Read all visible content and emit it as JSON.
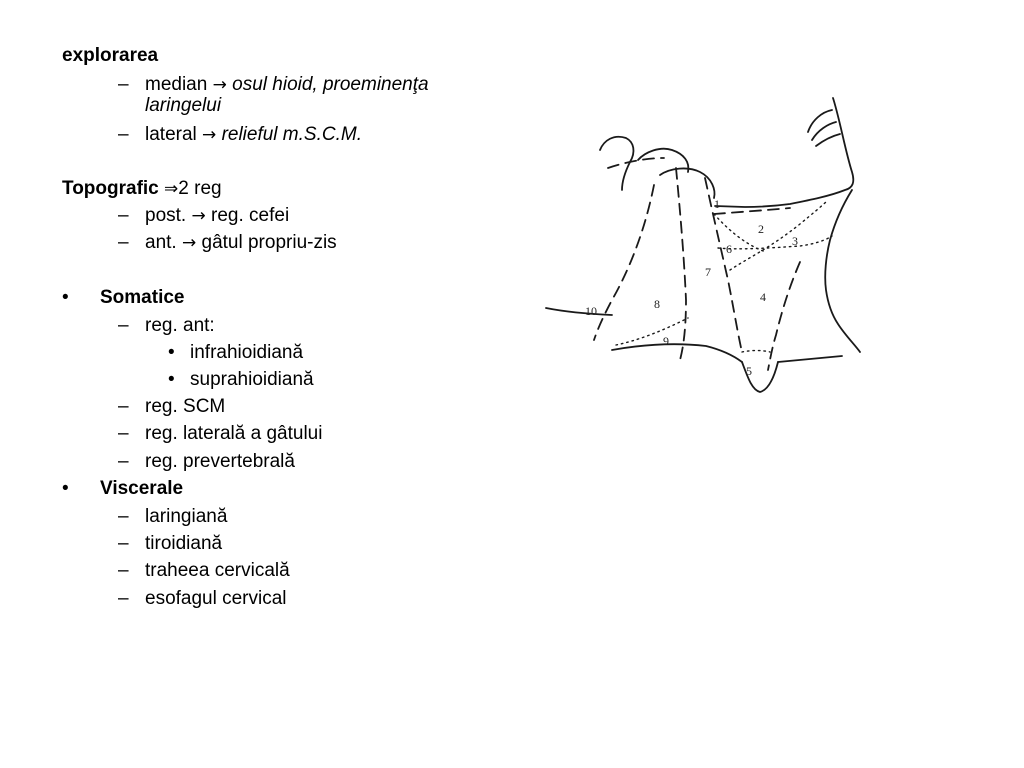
{
  "dash": "–",
  "bullet": "•",
  "arrow": "→",
  "implies": "⇒",
  "explorarea": {
    "heading": "explorarea",
    "median_label": "median",
    "median_value_line1": "osul hioid, proeminenţa",
    "median_value_line2": "laringelui",
    "lateral_label": "lateral",
    "lateral_value": "relieful m.S.C.M."
  },
  "topografic": {
    "heading": "Topografic",
    "count": "2 reg",
    "post_label": "post.",
    "post_value": "reg. cefei",
    "ant_label": "ant.",
    "ant_value": "gâtul propriu-zis"
  },
  "somatice": {
    "heading": "Somatice",
    "reg_ant": "reg. ant:",
    "sub1": "infrahioidiană",
    "sub2": "suprahioidiană",
    "scm": "reg. SCM",
    "laterala": "reg. laterală a gâtului",
    "prevertebrala": "reg. prevertebrală"
  },
  "viscerale": {
    "heading": "Viscerale",
    "items": [
      "laringiană",
      "tiroidiană",
      "traheea cervicală",
      "esofagul cervical"
    ]
  },
  "figure": {
    "region_numbers": [
      "1",
      "2",
      "3",
      "4",
      "5",
      "6",
      "7",
      "8",
      "9",
      "10"
    ]
  }
}
